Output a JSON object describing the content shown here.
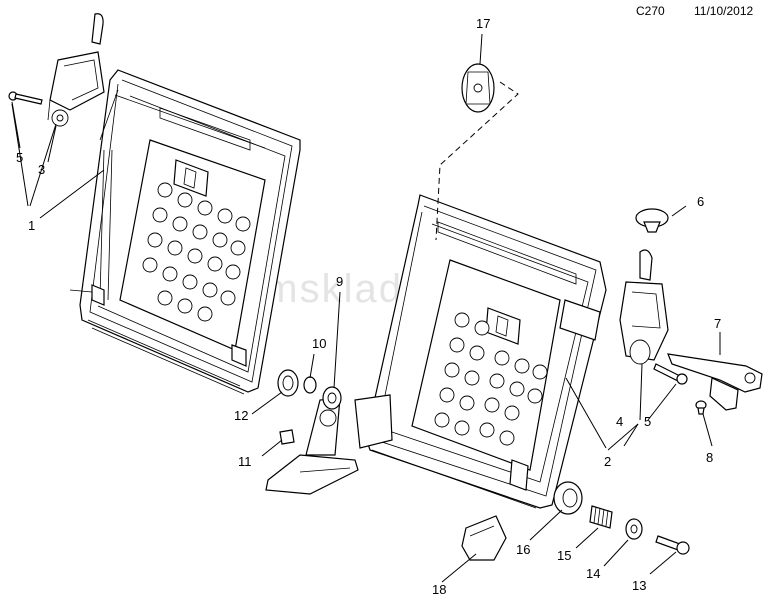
{
  "header": {
    "code": "C270",
    "date": "11/10/2012"
  },
  "watermark": "gmsklad.ru",
  "callouts": {
    "c1": "1",
    "c2": "2",
    "c3": "3",
    "c4": "4",
    "c5a": "5",
    "c5b": "5",
    "c6": "6",
    "c7": "7",
    "c8": "8",
    "c9": "9",
    "c10": "10",
    "c11": "11",
    "c12": "12",
    "c13": "13",
    "c14": "14",
    "c15": "15",
    "c16": "16",
    "c17": "17",
    "c18": "18"
  }
}
